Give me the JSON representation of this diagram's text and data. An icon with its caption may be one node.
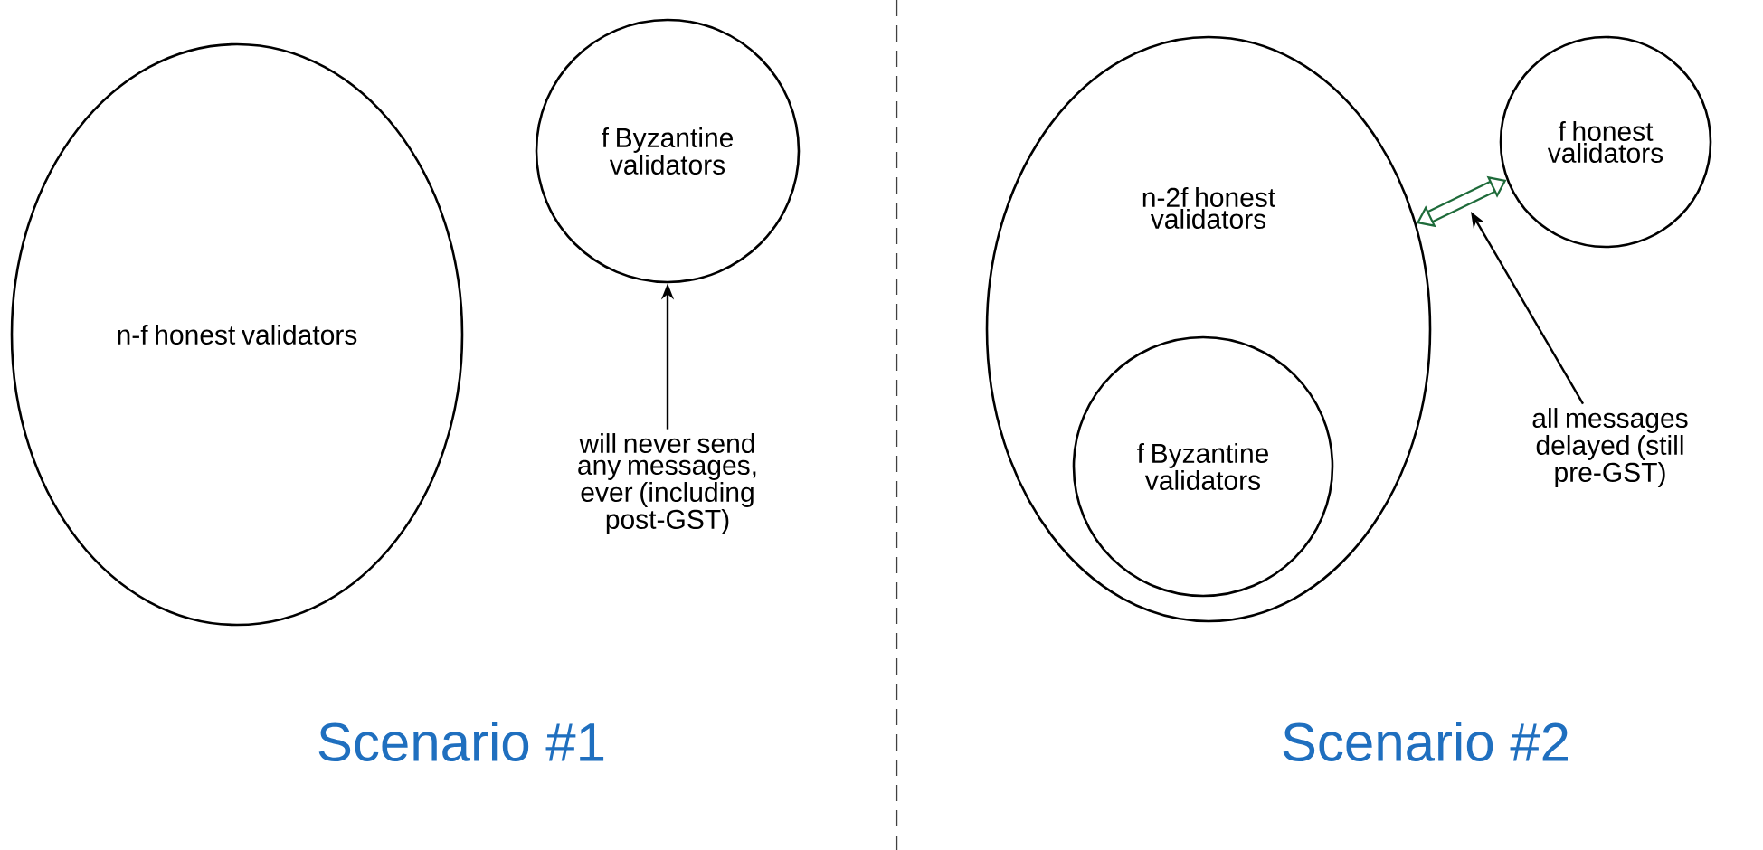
{
  "diagram": {
    "nodes": [
      {
        "text": [
          "n-f honest validators"
        ]
      },
      {
        "text": [
          "f Byzantine validators"
        ]
      },
      {
        "text": [
          "will never send any messages, ever (including post-GST)"
        ]
      },
      {
        "text": [
          "n-2f honest validators"
        ]
      },
      {
        "text": [
          "f Byzantine validators"
        ],
        "in": 3
      },
      {
        "text": [
          "f honest validators"
        ]
      },
      {
        "text": [
          "all messages delayed (still pre-GST)"
        ]
      }
    ],
    "edges": [
      {
        "from": 2,
        "to": 1,
        "arrow": "to"
      },
      {
        "from": 3,
        "to": 5,
        "arrow": "both",
        "style": "thick",
        "color": "#1e6b3a"
      },
      {
        "from": 6,
        "to": null,
        "arrow": "to"
      }
    ],
    "labels": [
      "Scenario #1",
      "Scenario #2"
    ]
  }
}
